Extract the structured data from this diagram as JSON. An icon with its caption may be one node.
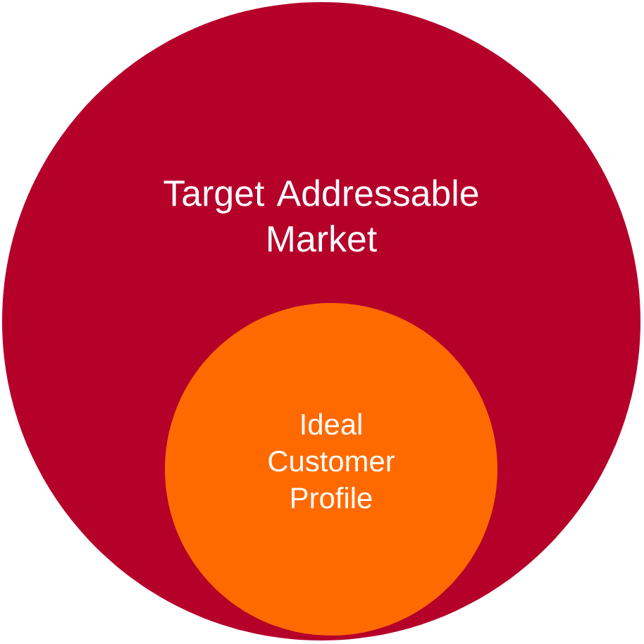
{
  "diagram": {
    "nodes": [
      {
        "text": [
          "Target Addressable Market"
        ]
      },
      {
        "text": [
          "Ideal Customer Profile"
        ],
        "in": 0
      }
    ]
  }
}
